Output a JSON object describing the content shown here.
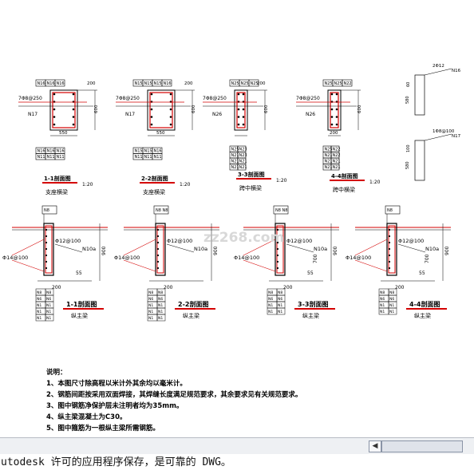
{
  "sections_top": [
    {
      "title": "1-1剖面图",
      "scale": "1:20",
      "caption": "支座横梁",
      "top_bar": [
        "N16",
        "N16",
        "N16"
      ],
      "side_bar": "7Φ8@250",
      "stirrup": "N17",
      "dim_w": "550",
      "dim_h": "600",
      "dim_r": "200",
      "table": [
        [
          "N16",
          "N16",
          "N16"
        ],
        [
          "N11",
          "N11",
          "N11"
        ]
      ]
    },
    {
      "title": "2-2剖面图",
      "scale": "1:20",
      "caption": "支座横梁",
      "top_bar": [
        "N15",
        "N15",
        "N15",
        "N16"
      ],
      "side_bar": "7Φ8@250",
      "stirrup": "N17",
      "dim_w": "550",
      "dim_h": "600",
      "dim_r": "200",
      "table": [
        [
          "N15",
          "N15",
          "N16"
        ],
        [
          "N11",
          "N11",
          "N11"
        ]
      ]
    },
    {
      "title": "3-3剖面图",
      "scale": "1:20",
      "caption": "跨中横梁",
      "top_bar": [
        "N25",
        "N25",
        "N25"
      ],
      "side_bar": "7Φ8@250",
      "stirrup": "N26",
      "dim_w": "",
      "dim_h": "600",
      "dim_r": "200",
      "table": [
        [
          "N25",
          "N23"
        ],
        [
          "N21",
          "N23"
        ],
        [
          "N21",
          "N21"
        ],
        [
          "N21",
          "N21"
        ]
      ]
    },
    {
      "title": "4-4剖面图",
      "scale": "1:20",
      "caption": "跨中横梁",
      "top_bar": [
        "N25",
        "N25",
        "N22"
      ],
      "side_bar": "7Φ8@250",
      "stirrup": "N26",
      "dim_w": "200",
      "dim_h": "600",
      "dim_r": "",
      "table": [
        [
          "N25",
          "N22"
        ],
        [
          "N21",
          "N22"
        ],
        [
          "N21",
          "N21"
        ],
        [
          "N21",
          "N21"
        ]
      ]
    }
  ],
  "details": [
    {
      "label_a": "2Φ12",
      "label_b": "N16",
      "num_a": "60",
      "num_b": "580"
    },
    {
      "label_a": "1Φ8@100",
      "label_b": "N17",
      "num_a": "100",
      "num_b": "580"
    }
  ],
  "sections_bottom": [
    {
      "title": "1-1剖面图",
      "caption": "纵主梁",
      "top_label": "N8",
      "bar_1": "Φ12@100",
      "bar_2": "N10a",
      "bar_3": "Φ14@100",
      "dim_v": "900",
      "dim_h": "200",
      "dim_s": "55",
      "table": [
        "N8",
        "N6",
        "N1",
        "N1",
        "N1"
      ]
    },
    {
      "title": "2-2剖面图",
      "caption": "纵主梁",
      "top_label": "N8 N8",
      "bar_1": "Φ12@100",
      "bar_2": "N10a",
      "bar_3": "Φ14@100",
      "dim_v": "900",
      "dim_h": "200",
      "dim_s": "",
      "table": [
        "N8",
        "N6",
        "N1",
        "N1",
        "N1"
      ]
    },
    {
      "title": "3-3剖面图",
      "caption": "纵主梁",
      "top_label": "N8 N8",
      "bar_1": "Φ12@100",
      "bar_2": "N10a",
      "bar_3": "Φ14@100",
      "dim_v": "900",
      "dim_inner": "700",
      "dim_h": "200",
      "dim_s": "55",
      "table": [
        "N8",
        "N6",
        "N1",
        "N1"
      ]
    },
    {
      "title": "4-4剖面图",
      "caption": "纵主梁",
      "top_label": "N8",
      "bar_1": "Φ12@100",
      "bar_2": "N10a",
      "bar_3": "Φ14@100",
      "dim_v": "900",
      "dim_inner": "700",
      "dim_h": "200",
      "dim_s": "55",
      "table": [
        "N8",
        "N6",
        "N1",
        "N1"
      ]
    }
  ],
  "watermark": "zz268.com",
  "notes": {
    "heading": "说明：",
    "lines": [
      "1、本图尺寸除高程以米计外其余均以毫米计。",
      "2、钢筋间距按采用双面焊接，其焊缝长度满足规范要求，其余要求见有关规范要求。",
      "3、图中钢筋净保护层未注明者均为35mm。",
      "4、纵主梁混凝土为C30。",
      "5、图中箍筋为一根纵主梁所需钢筋。"
    ]
  },
  "message": "utodesk 许可的应用程序保存，是可靠的 DWG。",
  "colors": {
    "section_red": "#d40000",
    "stroke": "#000000",
    "statusbar": "#eef0f3"
  }
}
